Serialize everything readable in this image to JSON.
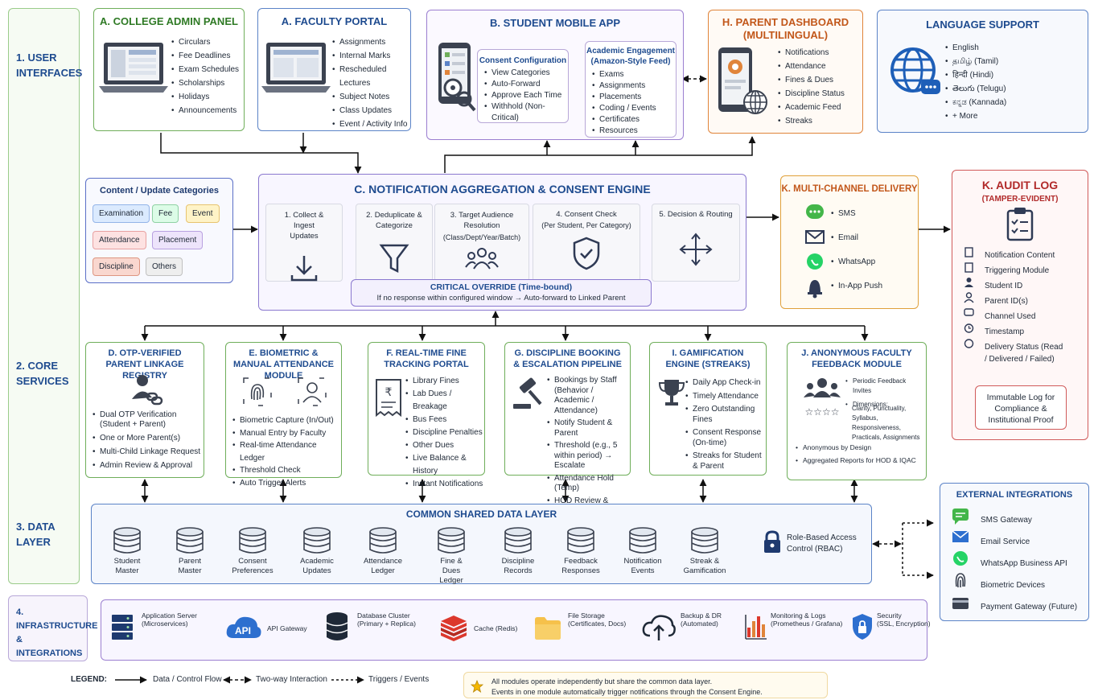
{
  "layers": {
    "ui": "1. USER INTERFACES",
    "core": "2. CORE SERVICES",
    "data": "3. DATA LAYER",
    "infra": "4. INFRASTRUCTURE & INTEGRATIONS"
  },
  "admin": {
    "title": "A. COLLEGE ADMIN PANEL",
    "items": [
      "Circulars",
      "Fee Deadlines",
      "Exam Schedules",
      "Scholarships",
      "Holidays",
      "Announcements"
    ]
  },
  "faculty": {
    "title": "A. FACULTY PORTAL",
    "items": [
      "Assignments",
      "Internal Marks",
      "Rescheduled Lectures",
      "Subject Notes",
      "Class Updates",
      "Event / Activity Info"
    ]
  },
  "student": {
    "title": "B. STUDENT MOBILE APP",
    "consent_title": "Consent Configuration",
    "consent_items": [
      "View Categories",
      "Auto-Forward",
      "Approve Each Time",
      "Withhold (Non-Critical)"
    ],
    "feed_title": "Academic Engagement (Amazon-Style Feed)",
    "feed_items": [
      "Exams",
      "Assignments",
      "Placements",
      "Coding / Events",
      "Certificates",
      "Resources"
    ]
  },
  "parent": {
    "title": "H. PARENT DASHBOARD (MULTILINGUAL)",
    "items": [
      "Notifications",
      "Attendance",
      "Fines & Dues",
      "Discipline Status",
      "Academic Feed",
      "Streaks"
    ]
  },
  "language": {
    "title": "LANGUAGE SUPPORT",
    "items": [
      "English",
      "தமிழ் (Tamil)",
      "हिन्दी (Hindi)",
      "తెలుగు (Telugu)",
      "ಕನ್ನಡ (Kannada)",
      "+ More"
    ]
  },
  "categories": {
    "title": "Content / Update Categories",
    "tags": [
      "Examination",
      "Fee",
      "Event",
      "Attendance",
      "Placement",
      "Discipline",
      "Others"
    ]
  },
  "engine": {
    "title": "C. NOTIFICATION AGGREGATION & CONSENT ENGINE",
    "stages": [
      {
        "label": "1. Collect & Ingest Updates",
        "sub": ""
      },
      {
        "label": "2. Deduplicate & Categorize",
        "sub": ""
      },
      {
        "label": "3. Target Audience Resolution",
        "sub": "(Class/Dept/Year/Batch)"
      },
      {
        "label": "4. Consent Check",
        "sub": "(Per Student, Per Category)"
      },
      {
        "label": "5. Decision & Routing",
        "sub": ""
      }
    ],
    "override_title": "CRITICAL OVERRIDE (Time-bound)",
    "override_text": "If no response within configured window → Auto-forward to Linked Parent"
  },
  "delivery": {
    "title": "K. MULTI-CHANNEL DELIVERY",
    "items": [
      "SMS",
      "Email",
      "WhatsApp",
      "In-App Push"
    ]
  },
  "audit": {
    "title": "K. AUDIT LOG",
    "subtitle": "(TAMPER-EVIDENT)",
    "items": [
      "Notification Content",
      "Triggering Module",
      "Student ID",
      "Parent ID(s)",
      "Channel Used",
      "Timestamp",
      "Delivery Status (Read / Delivered / Failed)"
    ],
    "note": "Immutable Log for Compliance & Institutional Proof"
  },
  "modules": [
    {
      "title": "D. OTP-VERIFIED PARENT LINKAGE REGISTRY",
      "items": [
        "Dual OTP Verification (Student + Parent)",
        "One or More Parent(s)",
        "Multi-Child Linkage Request",
        "Admin Review & Approval"
      ]
    },
    {
      "title": "E. BIOMETRIC & MANUAL ATTENDANCE MODULE",
      "items": [
        "Biometric Capture (In/Out)",
        "Manual Entry by Faculty",
        "Real-time Attendance Ledger",
        "Threshold Check",
        "Auto Trigger Alerts"
      ]
    },
    {
      "title": "F. REAL-TIME FINE TRACKING PORTAL",
      "items": [
        "Library Fines",
        "Lab Dues / Breakage",
        "Bus Fees",
        "Discipline Penalties",
        "Other Dues",
        "Live Balance & History",
        "Instant Notifications"
      ]
    },
    {
      "title": "G. DISCIPLINE BOOKING & ESCALATION PIPELINE",
      "items": [
        "Bookings by Staff (Behavior / Academic / Attendance)",
        "Notify Student & Parent",
        "Threshold (e.g., 5 within period) → Escalate",
        "Attendance Hold (Temp)",
        "HOD Review & Confirm"
      ]
    },
    {
      "title": "I. GAMIFICATION ENGINE (STREAKS)",
      "items": [
        "Daily App Check-in",
        "Timely Attendance",
        "Zero Outstanding Fines",
        "Consent Response (On-time)",
        "Streaks for Student & Parent"
      ]
    },
    {
      "title": "J. ANONYMOUS FACULTY FEEDBACK MODULE",
      "items": [
        "Periodic Feedback Invites",
        "Dimensions:",
        "Clarity, Punctuality, Syllabus, Responsiveness, Practicals, Assignments",
        "Anonymous by Design",
        "Aggregated Reports for HOD & IQAC"
      ]
    }
  ],
  "data_layer": {
    "title": "COMMON SHARED DATA LAYER",
    "dbs": [
      "Student Master",
      "Parent Master",
      "Consent Preferences",
      "Academic Updates",
      "Attendance Ledger",
      "Fine & Dues Ledger",
      "Discipline Records",
      "Feedback Responses",
      "Notification Events",
      "Streak & Gamification"
    ],
    "rbac": "Role-Based Access Control (RBAC)"
  },
  "external": {
    "title": "EXTERNAL INTEGRATIONS",
    "items": [
      "SMS Gateway",
      "Email Service",
      "WhatsApp Business API",
      "Biometric Devices",
      "Payment Gateway (Future)"
    ]
  },
  "infra": [
    {
      "label": "Application Server",
      "sub": "(Microservices)"
    },
    {
      "label": "API Gateway",
      "sub": ""
    },
    {
      "label": "Database Cluster",
      "sub": "(Primary + Replica)"
    },
    {
      "label": "Cache (Redis)",
      "sub": ""
    },
    {
      "label": "File Storage",
      "sub": "(Certificates, Docs)"
    },
    {
      "label": "Backup & DR",
      "sub": "(Automated)"
    },
    {
      "label": "Monitoring & Logs",
      "sub": "(Prometheus / Grafana)"
    },
    {
      "label": "Security",
      "sub": "(SSL, Encryption)"
    }
  ],
  "legend": {
    "title": "LEGEND:",
    "flow": "Data / Control Flow",
    "two_way": "Two-way Interaction",
    "triggers": "Triggers / Events",
    "api_text": "API",
    "note1": "All modules operate independently but share the common data layer.",
    "note2": "Events in one module automatically trigger notifications through the Consent Engine."
  }
}
